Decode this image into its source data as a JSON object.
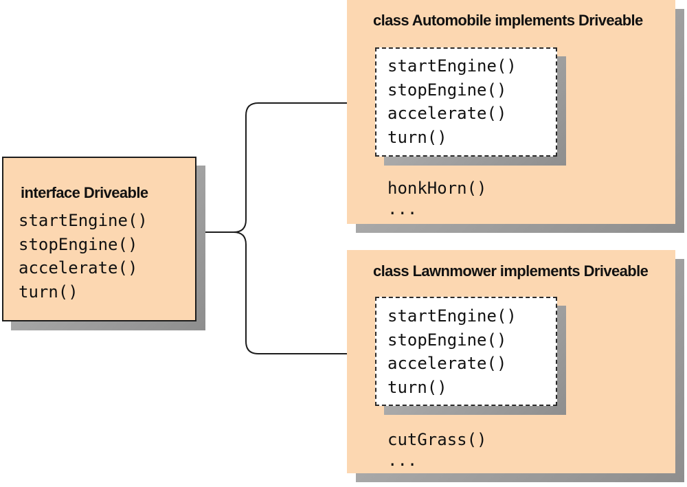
{
  "interface_box": {
    "title": "interface Driveable",
    "methods": [
      "startEngine()",
      "stopEngine()",
      "accelerate()",
      "turn()"
    ]
  },
  "automobile_box": {
    "title": "class Automobile implements Driveable",
    "interface_methods": [
      "startEngine()",
      "stopEngine()",
      "accelerate()",
      "turn()"
    ],
    "extra_methods": [
      "honkHorn()",
      "..."
    ]
  },
  "lawnmower_box": {
    "title": "class Lawnmower implements Driveable",
    "interface_methods": [
      "startEngine()",
      "stopEngine()",
      "accelerate()",
      "turn()"
    ],
    "extra_methods": [
      "cutGrass()",
      "..."
    ]
  },
  "colors": {
    "box_fill": "#fcd7b1",
    "shadow": "#9c9c9c",
    "line": "#1c1c1c"
  }
}
